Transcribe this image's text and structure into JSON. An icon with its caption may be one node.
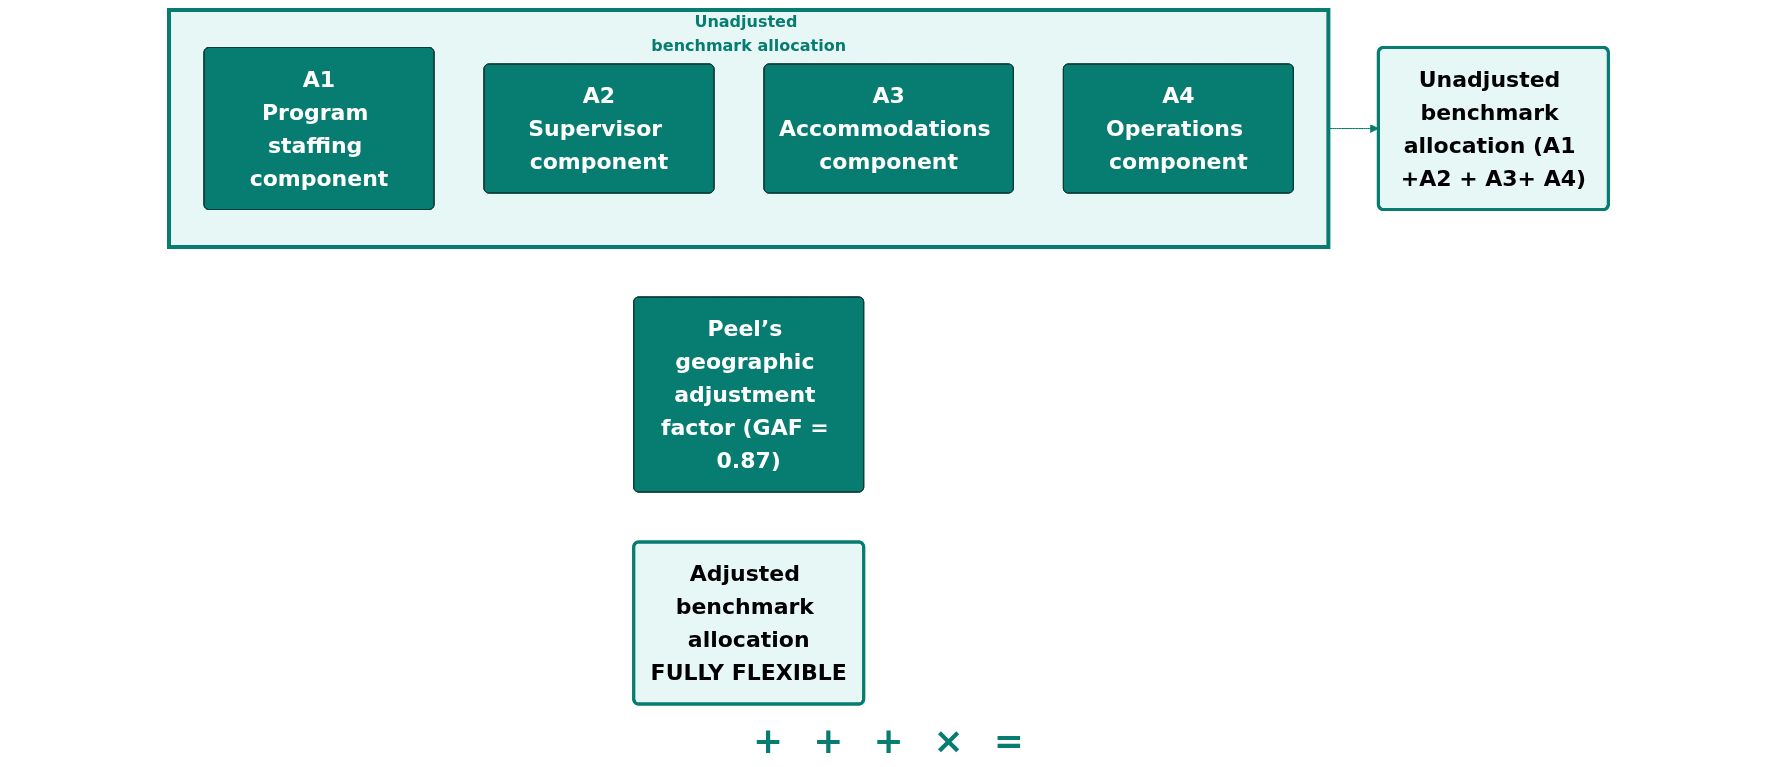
{
  "diagram": {
    "nodes": [
      {
        "text": [
          "Unadjusted benchmark allocation"
        ]
      },
      {
        "text": [
          "A1",
          "Program staffing component"
        ],
        "in": 0
      },
      {
        "text": [
          "A2",
          "Supervisor component"
        ],
        "in": 0
      },
      {
        "text": [
          "A3",
          "Accommodations component"
        ],
        "in": 0
      },
      {
        "text": [
          "A4",
          "Operations component"
        ],
        "in": 0
      },
      {
        "text": [
          "Unadjusted benchmark allocation (A1 +A2 + A3+ A4)"
        ]
      },
      {
        "text": [
          "Peel’s geographic adjustment factor (GAF = 0.87)"
        ]
      },
      {
        "text": [
          "Adjusted benchmark allocation",
          "FULLY FLEXIBLE"
        ]
      }
    ],
    "edges": [
      {
        "from": 0,
        "to": 5,
        "arrow": "to"
      }
    ],
    "labels": [
      "+",
      "+",
      "+",
      "×",
      "="
    ]
  }
}
